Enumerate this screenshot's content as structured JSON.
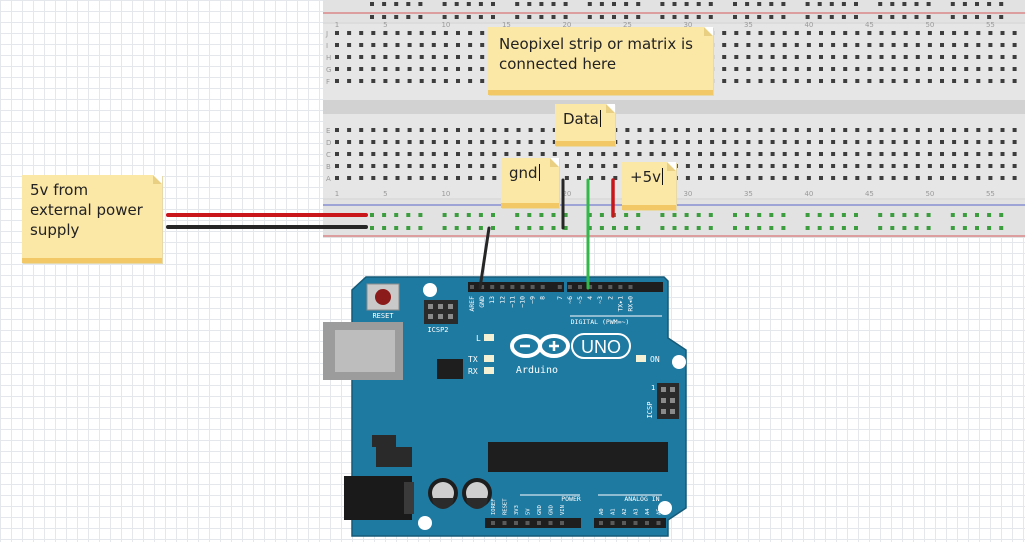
{
  "notes": {
    "power": "5v from\nexternal power\nsupply",
    "neopixel": "Neopixel strip or matrix is\nconnected here",
    "data": "Data",
    "gnd": "gnd",
    "plus5v": "+5v"
  },
  "breadboard": {
    "row_letters_top": [
      "J",
      "I",
      "H",
      "G",
      "F"
    ],
    "row_letters_bottom": [
      "E",
      "D",
      "C",
      "B",
      "A"
    ],
    "column_numbers": [
      "1",
      "5",
      "10",
      "15",
      "20",
      "25",
      "30",
      "35",
      "40",
      "45",
      "50",
      "55"
    ]
  },
  "arduino": {
    "reset_label": "RESET",
    "icsp2_label": "ICSP2",
    "icsp_label": "ICSP",
    "digital_pins": [
      "AREF",
      "GND",
      "13",
      "12",
      "~11",
      "~10",
      "~9",
      "8",
      "7",
      "~6",
      "~5",
      "4",
      "~3",
      "2",
      "TX▸1",
      "RX◂0"
    ],
    "digital_label": "DIGITAL (PWM=~)",
    "uno_label": "UNO",
    "brand_label": "Arduino",
    "led_l": "L",
    "led_tx": "TX",
    "led_rx": "RX",
    "on_label": "ON",
    "icsp_pin1": "1",
    "power_label": "POWER",
    "analog_label": "ANALOG IN",
    "power_pins": [
      "IOREF",
      "RESET",
      "3V3",
      "5V",
      "GND",
      "GND",
      "VIN"
    ],
    "analog_pins": [
      "A0",
      "A1",
      "A2",
      "A3",
      "A4",
      "A5"
    ]
  },
  "colors": {
    "board": "#1f7aa1",
    "wire_red": "#c8161b",
    "wire_black": "#262626",
    "wire_green": "#33b94a",
    "note": "#fbe7a6"
  }
}
